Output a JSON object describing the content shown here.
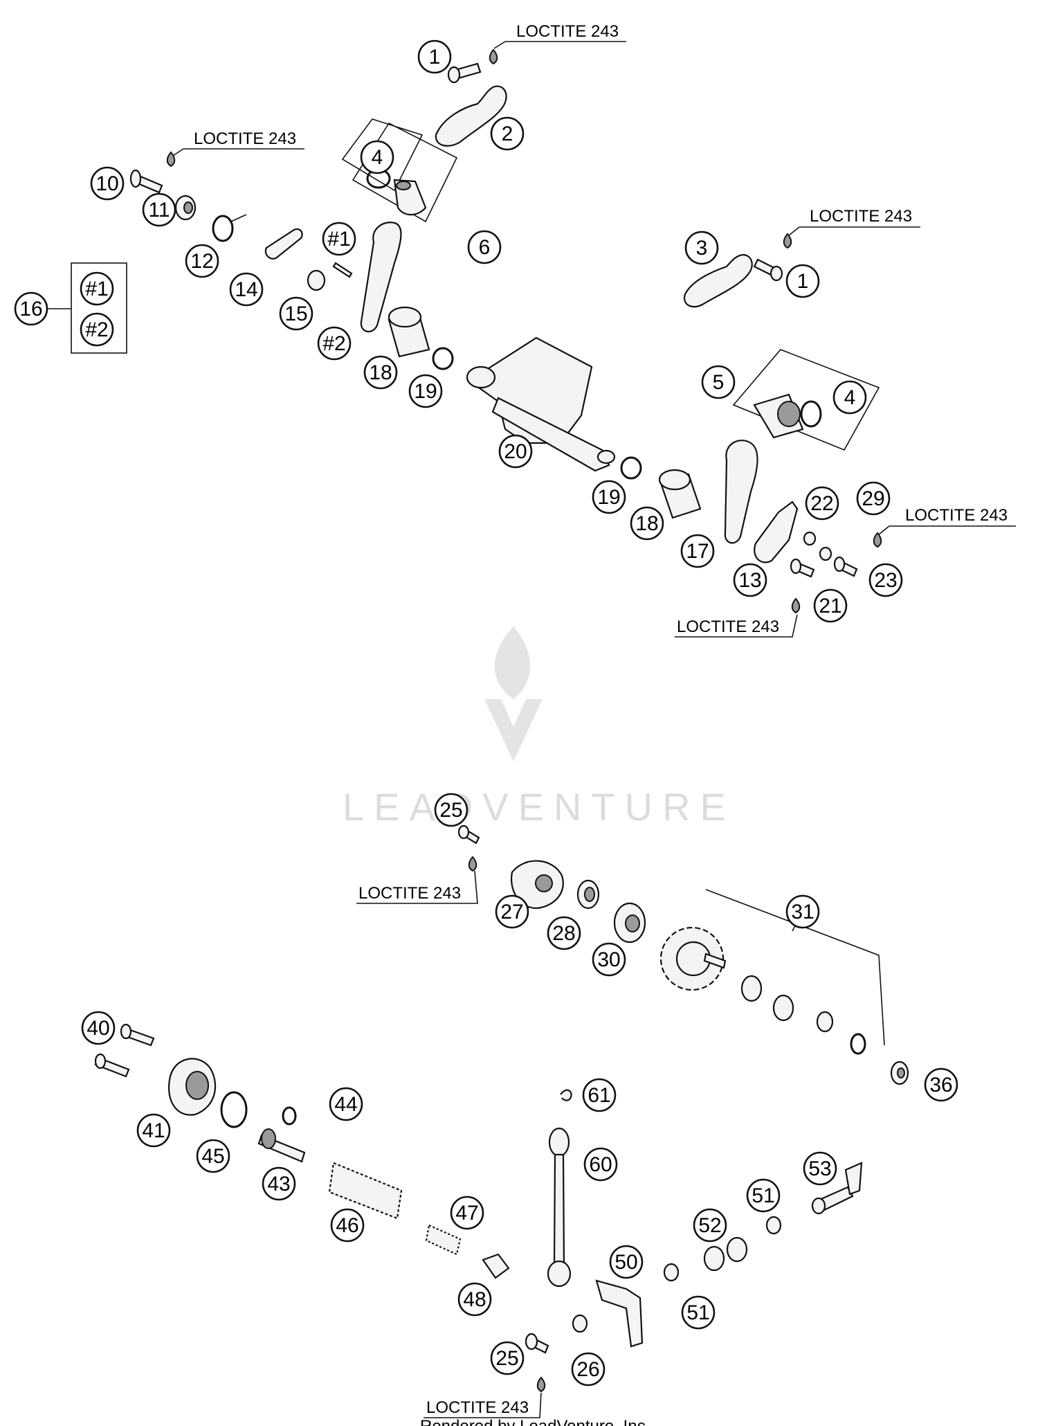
{
  "brand": {
    "watermark": "LEADVENTURE",
    "footer": "Rendered by LeadVenture, Inc."
  },
  "notes": {
    "loctite": "LOCTITE 243"
  },
  "callouts": {
    "c1a": "1",
    "c2": "2",
    "c3": "3",
    "c1b": "1",
    "c4a": "4",
    "c6": "6",
    "c10": "10",
    "c11": "11",
    "c12": "12",
    "c14": "14",
    "c15": "15",
    "c16": "16",
    "h1a": "#1",
    "h1b": "#1",
    "h2a": "#2",
    "h2b": "#2",
    "c18a": "18",
    "c19a": "19",
    "c20": "20",
    "c5": "5",
    "c4b": "4",
    "c19b": "19",
    "c18b": "18",
    "c17": "17",
    "c13": "13",
    "c22": "22",
    "c29": "29",
    "c23": "23",
    "c21": "21",
    "c25a": "25",
    "c27": "27",
    "c28": "28",
    "c30": "30",
    "c31": "31",
    "c36": "36",
    "c40": "40",
    "c41": "41",
    "c45": "45",
    "c44": "44",
    "c43": "43",
    "c46": "46",
    "c47": "47",
    "c48": "48",
    "c61": "61",
    "c60": "60",
    "c50": "50",
    "c52": "52",
    "c51a": "51",
    "c51b": "51",
    "c53": "53",
    "c25b": "25",
    "c26": "26"
  }
}
